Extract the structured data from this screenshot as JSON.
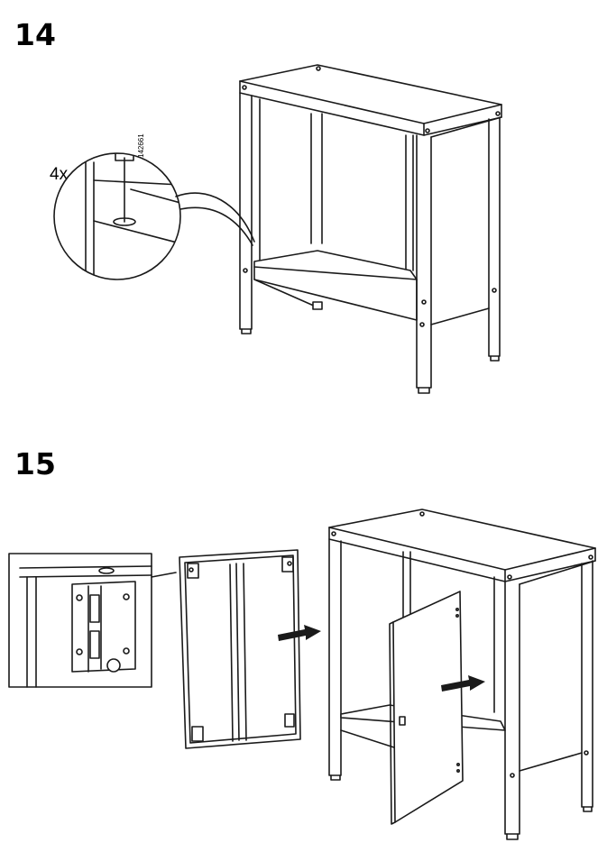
{
  "steps": [
    {
      "number": "14",
      "quantity_label": "4x",
      "part_number": "142661"
    },
    {
      "number": "15"
    }
  ],
  "colors": {
    "ink": "#1a1a1a",
    "paper": "#ffffff",
    "arrow": "#1a1a1a"
  }
}
